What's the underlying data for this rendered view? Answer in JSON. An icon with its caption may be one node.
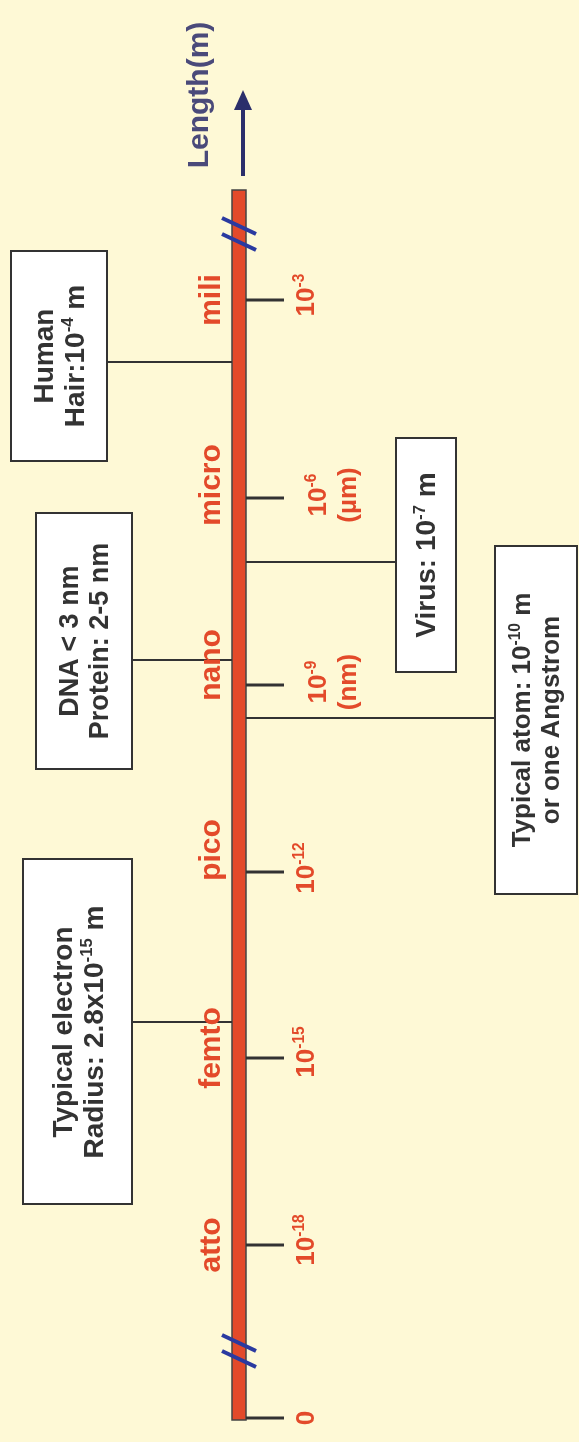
{
  "diagram": {
    "nodes": [
      {
        "text": [
          "Human Hair:10$^{-4}$ m"
        ]
      },
      {
        "text": [
          "DNA < 3 nm Protein: 2-5 nm"
        ]
      },
      {
        "text": [
          "Typical electron Radius: 2.8x10$^{-15}$ m"
        ]
      },
      {
        "text": [
          "Virus: 10$^{-7}$ m"
        ]
      },
      {
        "text": [
          "Typical atom: 10$^{-10}$ m or one Angstrom"
        ]
      }
    ],
    "edges": [
      {
        "from": 0,
        "to": null,
        "arrow": "none"
      },
      {
        "from": 1,
        "to": null,
        "arrow": "none"
      },
      {
        "from": 2,
        "to": null,
        "arrow": "none"
      },
      {
        "from": 3,
        "to": null,
        "arrow": "none"
      },
      {
        "from": 4,
        "to": null,
        "arrow": "none"
      }
    ],
    "labels": [
      "Length(m)",
      "mili",
      "10$^{-3}$",
      "micro",
      "10$^{-6}$ (µm)",
      "nano",
      "10$^{-9}$ (nm)",
      "pico",
      "10$^{-12}$",
      "femto",
      "10$^{-15}$",
      "atto",
      "10$^{-18}$",
      "0"
    ]
  }
}
